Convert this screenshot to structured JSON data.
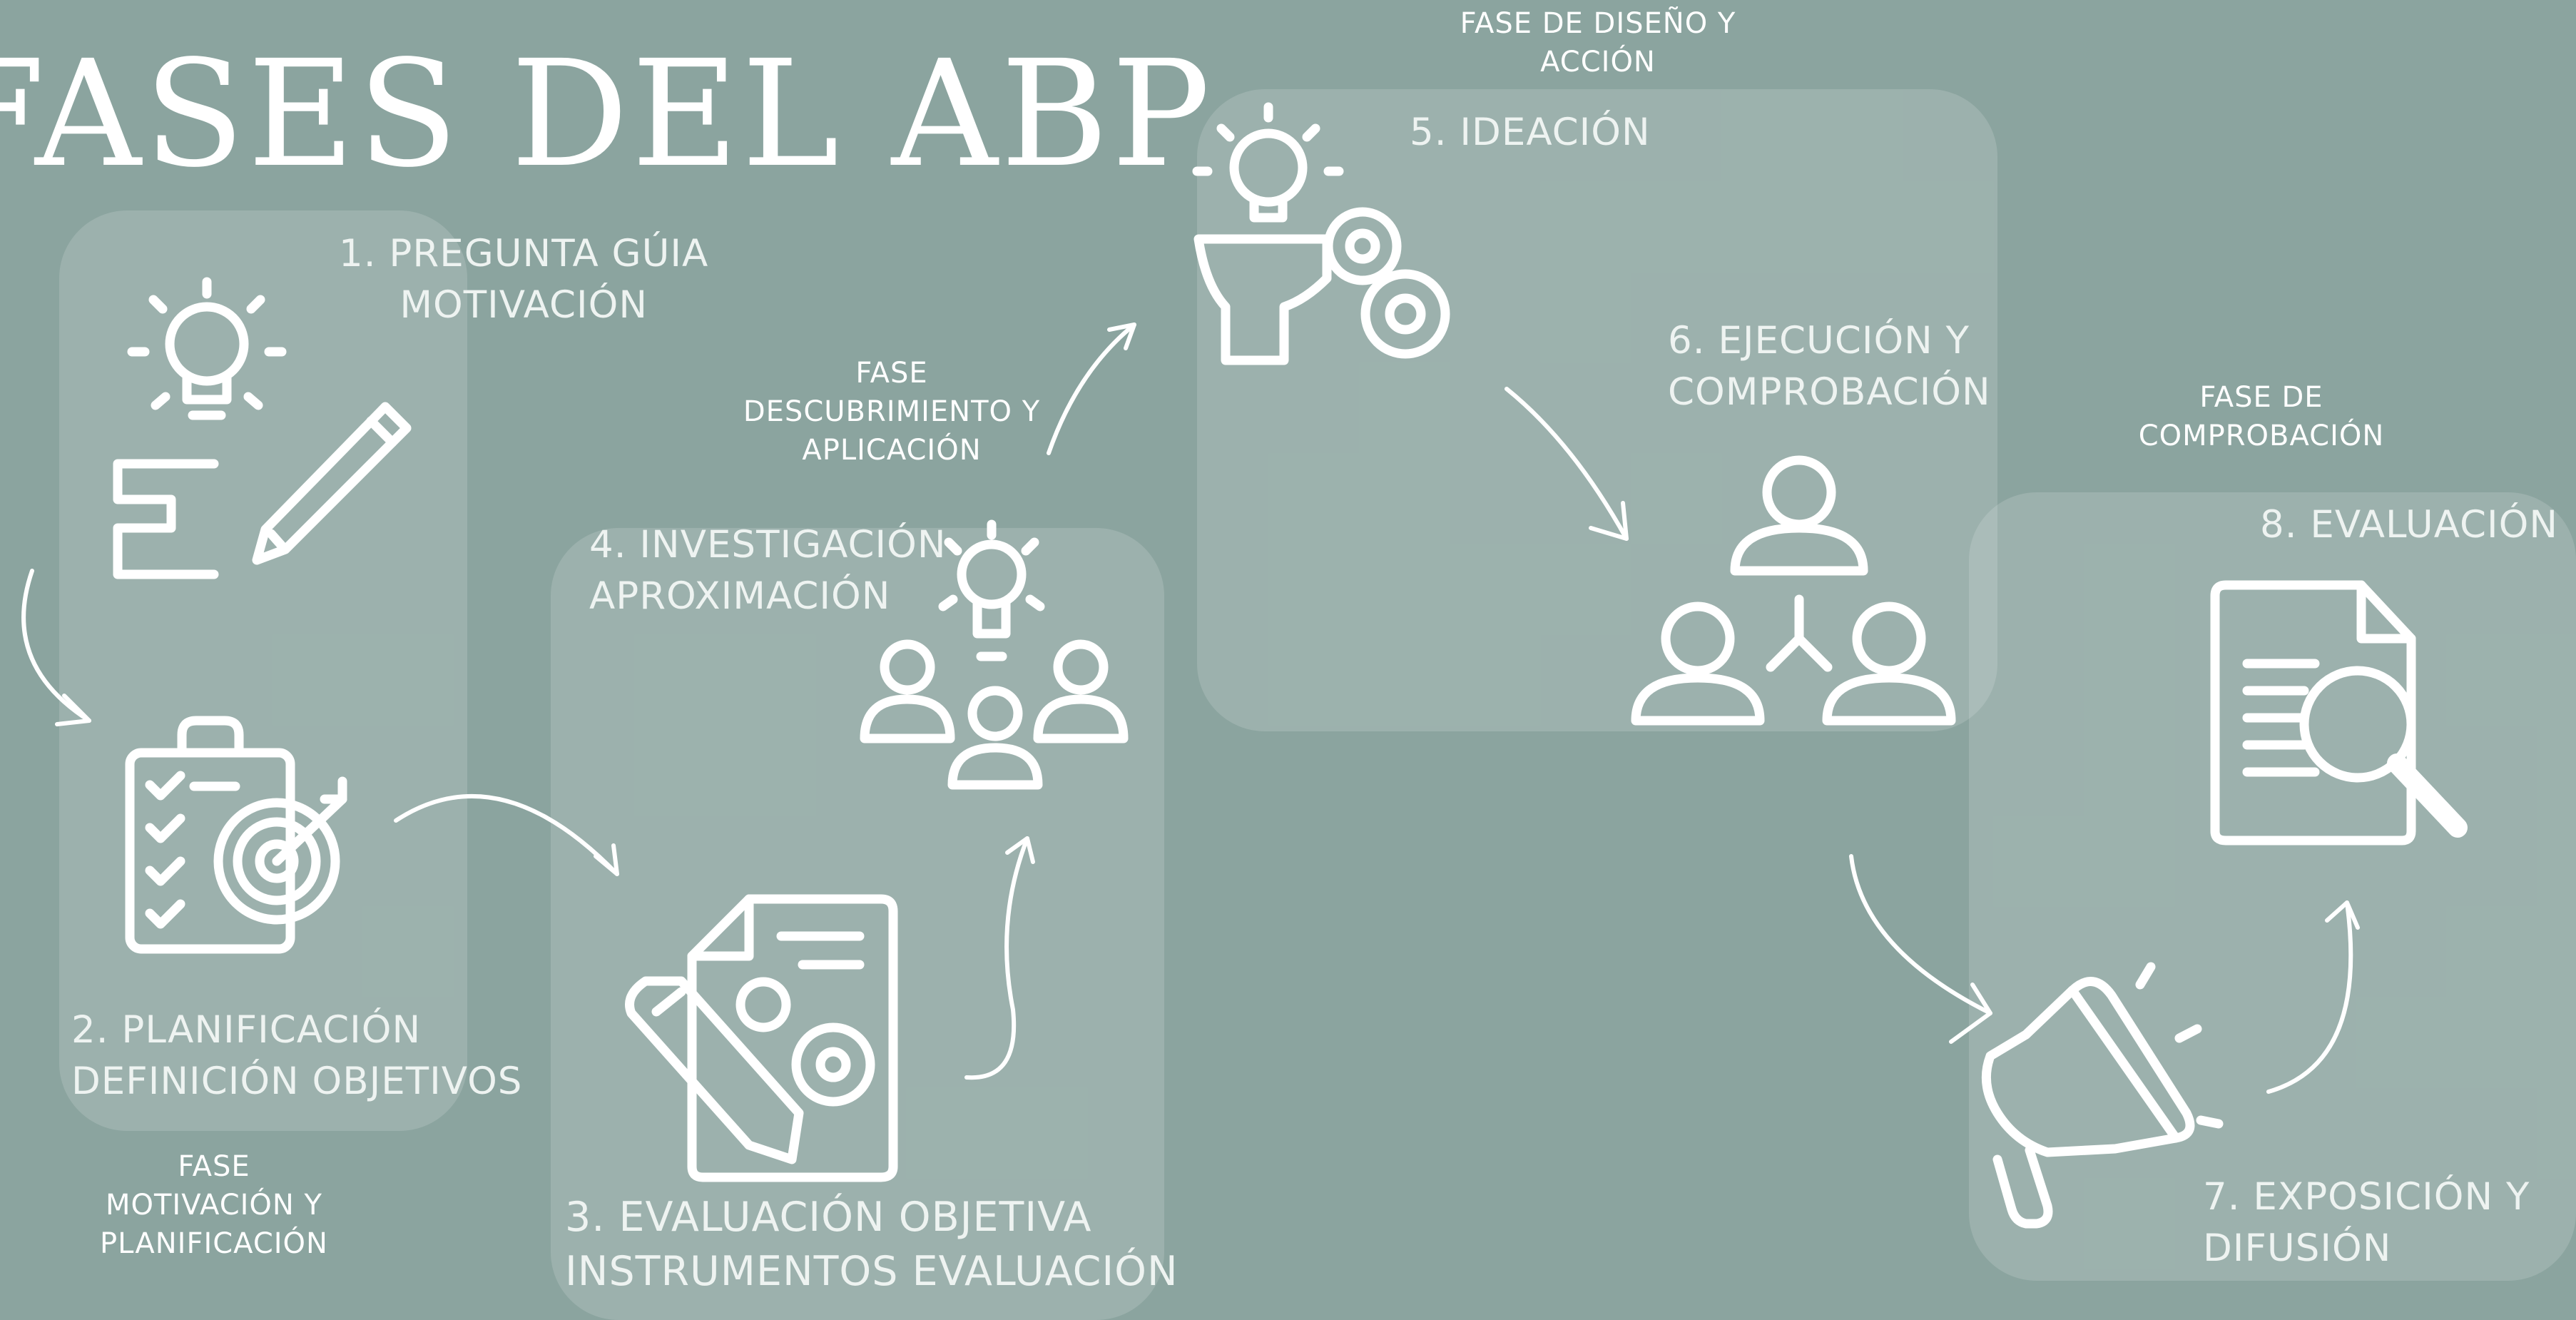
{
  "title": "FASES DEL ABP",
  "colors": {
    "background": "#8ba49f",
    "panel": "rgba(255,255,255,0.15)",
    "ink": "#ffffff"
  },
  "steps": {
    "s1": {
      "line1": "1. PREGUNTA GÚIA",
      "line2": "MOTIVACIÓN",
      "icon": "lightbulb-pencil-icon"
    },
    "s2": {
      "line1": "2. PLANIFICACIÓN",
      "line2": "DEFINICIÓN OBJETIVOS",
      "icon": "clipboard-target-icon"
    },
    "s3": {
      "line1": "3. EVALUACIÓN OBJETIVA",
      "line2": "INSTRUMENTOS EVALUACIÓN",
      "icon": "document-pencil-gears-icon"
    },
    "s4": {
      "line1": "4. INVESTIGACIÓN",
      "line2": "APROXIMACIÓN",
      "icon": "team-idea-icon"
    },
    "s5": {
      "line1": "5. IDEACIÓN",
      "icon": "lightbulb-head-gears-icon"
    },
    "s6": {
      "line1": "6. EJECUCIÓN Y",
      "line2": "COMPROBACIÓN",
      "icon": "team-network-icon"
    },
    "s7": {
      "line1": "7. EXPOSICIÓN Y",
      "line2": "DIFUSIÓN",
      "icon": "megaphone-icon"
    },
    "s8": {
      "line1": "8. EVALUACIÓN",
      "icon": "document-magnifier-icon"
    }
  },
  "phases": {
    "p1": {
      "line1": "FASE",
      "line2": "MOTIVACIÓN Y",
      "line3": "PLANIFICACIÓN"
    },
    "p2": {
      "line1": "FASE",
      "line2": "DESCUBRIMIENTO Y",
      "line3": "APLICACIÓN"
    },
    "p3": {
      "line1": "FASE DE DISEÑO Y",
      "line2": "ACCIÓN"
    },
    "p4": {
      "line1": "FASE DE",
      "line2": "COMPROBACIÓN"
    }
  }
}
